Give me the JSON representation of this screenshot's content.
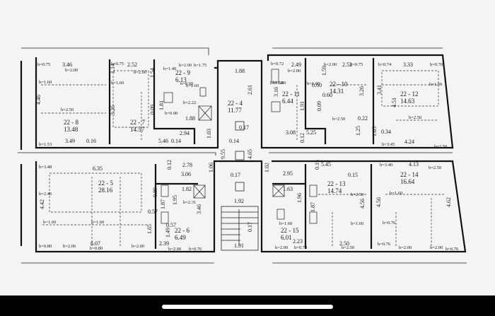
{
  "rooms": [
    {
      "id": "22 - 8",
      "area": "13.48"
    },
    {
      "id": "22 - 7",
      "area": "14.57"
    },
    {
      "id": "22 - 9",
      "area": "6.13"
    },
    {
      "id": "22 - 4",
      "area": "11.77"
    },
    {
      "id": "22 - 11",
      "area": "6.44"
    },
    {
      "id": "22 - 10",
      "area": "14.31"
    },
    {
      "id": "22 - 12",
      "area": "14.63"
    },
    {
      "id": "22 - 5",
      "area": "28.16"
    },
    {
      "id": "22 - 6",
      "area": "6.49"
    },
    {
      "id": "22 - 13",
      "area": "14.74"
    },
    {
      "id": "22 - 14",
      "area": "16.64"
    },
    {
      "id": "22 - 15",
      "area": "6.01"
    }
  ],
  "heights": [
    "h=0.75",
    "h=2.00",
    "h=1.60",
    "h=2.50",
    "h=1.53",
    "h=0.75",
    "h=2.00",
    "h=1.60",
    "h=1.40",
    "h=2.00",
    "h=1.75",
    "h=0.60",
    "h=0.60",
    "h=2.22",
    "h=0.90",
    "h=1.60",
    "h=0.72",
    "h=2.00",
    "h=1.80",
    "h=2.00",
    "h=0.75",
    "h=1.60",
    "h=2.50",
    "h=0.74",
    "h=0.76",
    "h=1.60",
    "h=2.50",
    "h=3.45",
    "h=2.50",
    "h=3.48",
    "h=2.46",
    "h=1.60",
    "h=1.60",
    "h=0.80",
    "h=2.06",
    "h=0.80",
    "h=2.00",
    "h=2.31",
    "h=2.00",
    "h=0.76",
    "h=3.40",
    "h=2.50",
    "h=2.50",
    "h=1.60",
    "h=1.60",
    "h=0.76",
    "h=2.00",
    "h=0.78",
    "h=2.50",
    "h=1.60",
    "h=0.76",
    "h=2.00",
    "h=2.00",
    "h=0.76"
  ],
  "dims": [
    "3.46",
    "2.52",
    "4.46",
    "3.49",
    "0.16",
    "1.14",
    "1.54",
    "3.26",
    "0.09",
    "1.81",
    "5.46",
    "0.14",
    "2.94",
    "1.88",
    "1.03",
    "1.88",
    "2.61",
    "0.17",
    "0.14",
    "9.55",
    "4.65",
    "2.49",
    "1.59",
    "2.52",
    "3.16",
    "1.91",
    "0.60",
    "0.60",
    "0.09",
    "3.08",
    "5.25",
    "0.12",
    "3.26",
    "0.22",
    "1.25",
    "3.33",
    "3.41",
    "4.51",
    "1.05",
    "0.34",
    "4.24",
    "6.35",
    "0.12",
    "2.78",
    "3.06",
    "1.06",
    "0.17",
    "1.02",
    "2.95",
    "0.15",
    "5.45",
    "0.15",
    "4.13",
    "4.42",
    "0.89",
    "0.57",
    "1.87",
    "1.95",
    "3.46",
    "1.82",
    "1.65",
    "0.57",
    "1.49",
    "2.39",
    "1.92",
    "0.17",
    "1.91",
    "1.63",
    "1.96",
    "1.87",
    "4.56",
    "4.56",
    "4.62",
    "6.07",
    "2.23",
    "2.50"
  ]
}
